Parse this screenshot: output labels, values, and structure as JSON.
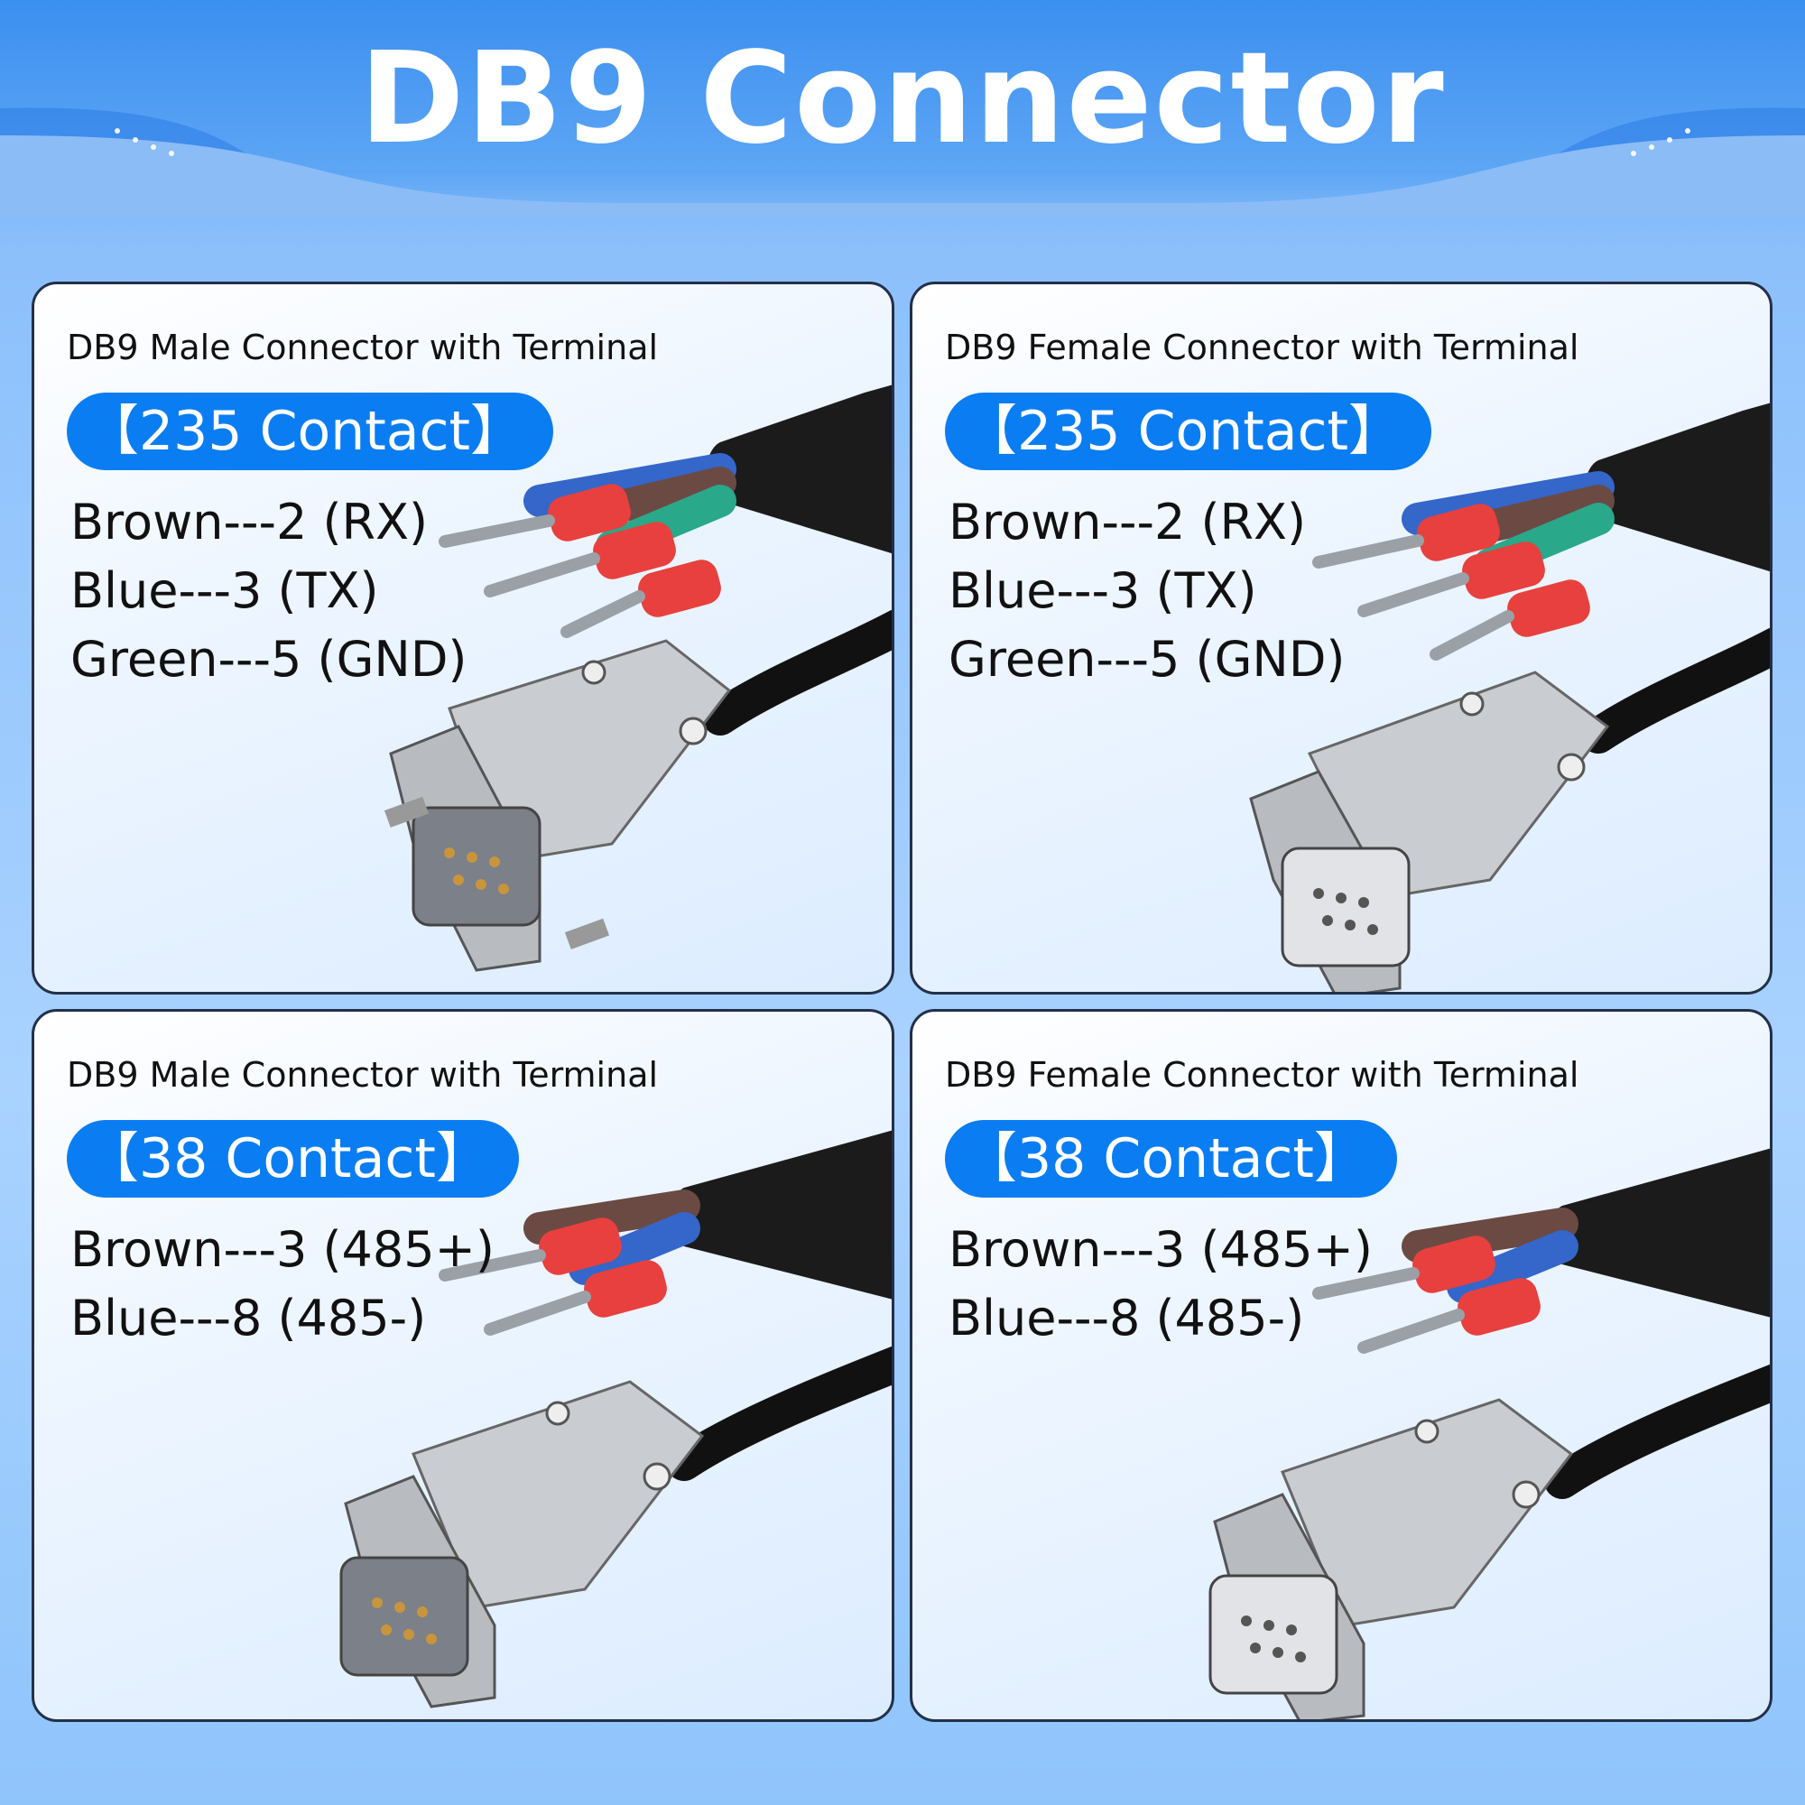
{
  "title": "DB9 Connector",
  "panels": [
    {
      "title": "DB9 Male Connector with Terminal",
      "contact": "【235 Contact】",
      "wires": [
        "Brown---2 (RX)",
        "Blue---3 (TX)",
        "Green---5 (GND)"
      ]
    },
    {
      "title": "DB9 Female Connector with Terminal",
      "contact": "【235 Contact】",
      "wires": [
        "Brown---2 (RX)",
        "Blue---3 (TX)",
        "Green---5 (GND)"
      ]
    },
    {
      "title": "DB9 Male Connector with Terminal",
      "contact": "【38 Contact】",
      "wires": [
        "Brown---3 (485+)",
        "Blue---8 (485-)"
      ]
    },
    {
      "title": "DB9 Female Connector with Terminal",
      "contact": "【38 Contact】",
      "wires": [
        "Brown---3 (485+)",
        "Blue---8 (485-)"
      ]
    }
  ],
  "colors": {
    "accent": "#0b7df2",
    "ferrule": "#e8403e",
    "wire_brown": "#6b4a44",
    "wire_blue": "#3566c9",
    "wire_green": "#2aa88a"
  }
}
